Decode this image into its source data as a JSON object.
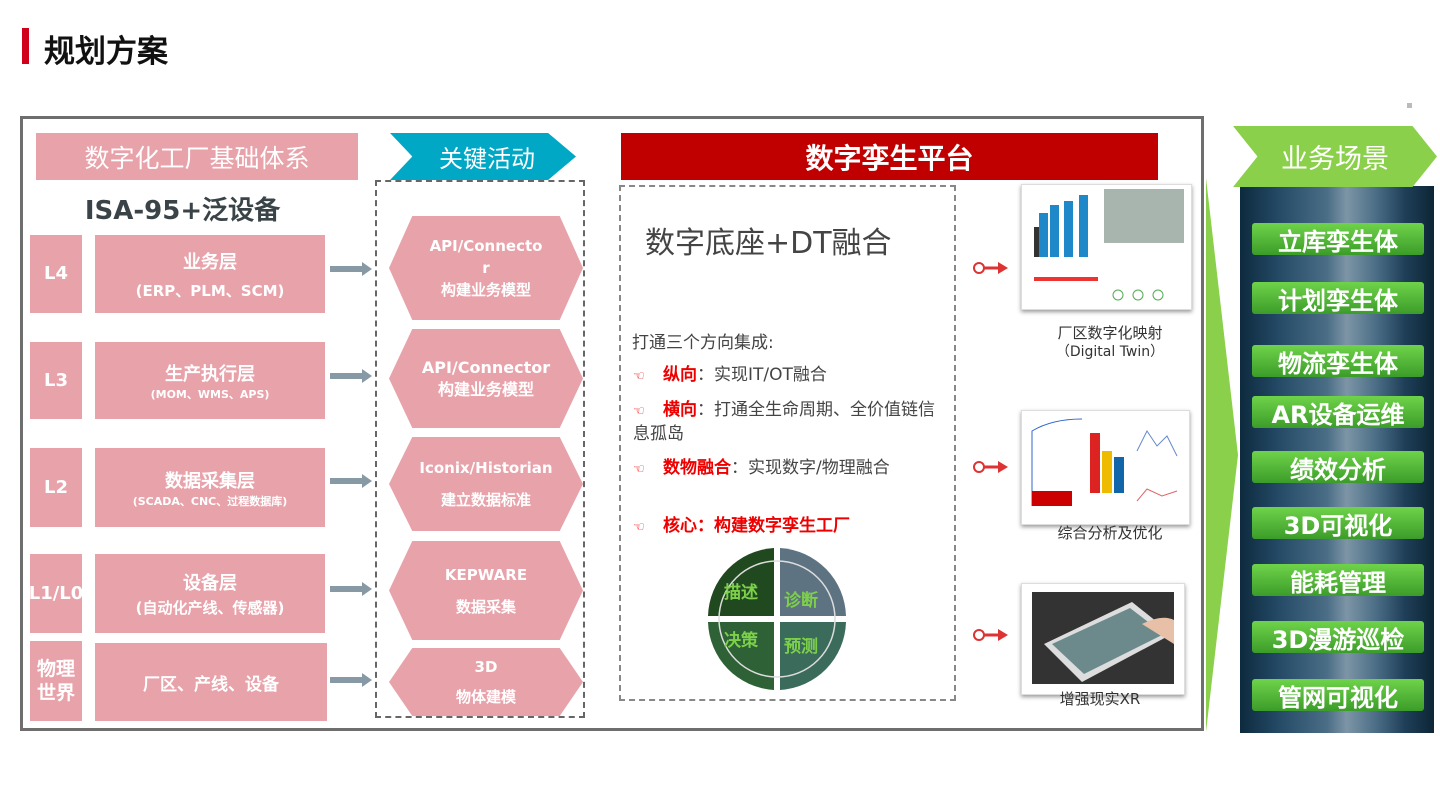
{
  "title": "规划方案",
  "left": {
    "header": "数字化工厂基础体系",
    "subtitle": "ISA-95+泛设备",
    "levels": [
      {
        "code": "L4",
        "name": "业务层",
        "detail": "(ERP、PLM、SCM)"
      },
      {
        "code": "L3",
        "name": "生产执行层",
        "detail": "(MOM、WMS、APS)"
      },
      {
        "code": "L2",
        "name": "数据采集层",
        "detail": "(SCADA、CNC、过程数据库)"
      },
      {
        "code": "L1/L0",
        "name": "设备层",
        "detail": "(自动化产线、传感器)"
      },
      {
        "code": "物理世界",
        "name": "厂区、产线、设备",
        "detail": ""
      }
    ]
  },
  "activities": {
    "header": "关键活动",
    "items": [
      {
        "tool": "API/Connecto r",
        "action": "构建业务模型"
      },
      {
        "tool": "API/Connector",
        "action": "构建业务模型"
      },
      {
        "tool": "Iconix/Historian",
        "action": "建立数据标准"
      },
      {
        "tool": "KEPWARE",
        "action": "数据采集"
      },
      {
        "tool": "3D",
        "action": "物体建模"
      }
    ]
  },
  "platform": {
    "header": "数字孪生平台",
    "heading": "数字底座+DT融合",
    "intro": "打通三个方向集成:",
    "points": [
      {
        "key": "纵向",
        "text": "：实现IT/OT融合"
      },
      {
        "key": "横向",
        "text": "：打通全生命周期、全价值链信息孤岛"
      },
      {
        "key": "数物融合",
        "text": "：实现数字/物理融合"
      },
      {
        "key": "核心：构建数字孪生工厂",
        "text": ""
      }
    ],
    "cycle": [
      "描述",
      "诊断",
      "决策",
      "预测"
    ],
    "outputs": [
      {
        "label": "厂区数字化映射",
        "sub": "（Digital Twin）"
      },
      {
        "label": "综合分析及优化",
        "sub": ""
      },
      {
        "label": "增强现实XR",
        "sub": ""
      }
    ]
  },
  "scenarios": {
    "header": "业务场景",
    "items": [
      "立库孪生体",
      "计划孪生体",
      "物流孪生体",
      "AR设备运维",
      "绩效分析",
      "3D可视化",
      "能耗管理",
      "3D漫游巡检",
      "管网可视化"
    ]
  },
  "colors": {
    "pink": "#e8a2aa",
    "teal": "#00a8c6",
    "red": "#c00000",
    "green": "#8bd04a"
  }
}
